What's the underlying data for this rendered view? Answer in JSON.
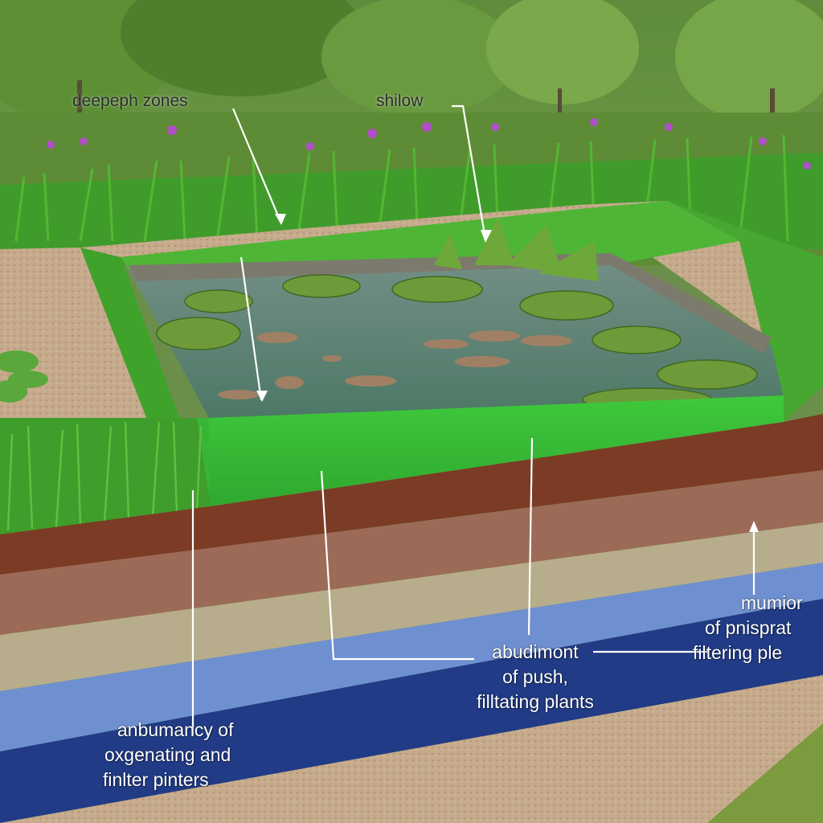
{
  "labels": {
    "deep_zones": "deepeph zones",
    "shallow": "shilow",
    "center": [
      "abudimont",
      "of push,",
      "filltating plants"
    ],
    "left": [
      "anbumancy of",
      "oxgenating and",
      "finlter pinters"
    ],
    "right": [
      "mumior",
      "of pnisprat",
      "filtering ple"
    ]
  },
  "colors": {
    "sky_trees": "#4f7a32",
    "grass": "#3aa52a",
    "water": "#5f8a7c",
    "pond_liner": "#3cc23a",
    "soil_red": "#7a3a22",
    "soil_brown": "#9a6a56",
    "soil_tan": "#b8ae8c",
    "layer_light_blue": "#6f8fd0",
    "layer_dark_blue": "#1f3a86",
    "gravel": "#c9ad90"
  },
  "icons": [
    "fish-icon",
    "lily-pad-icon",
    "flower-icon",
    "fern-icon",
    "tree-icon"
  ]
}
